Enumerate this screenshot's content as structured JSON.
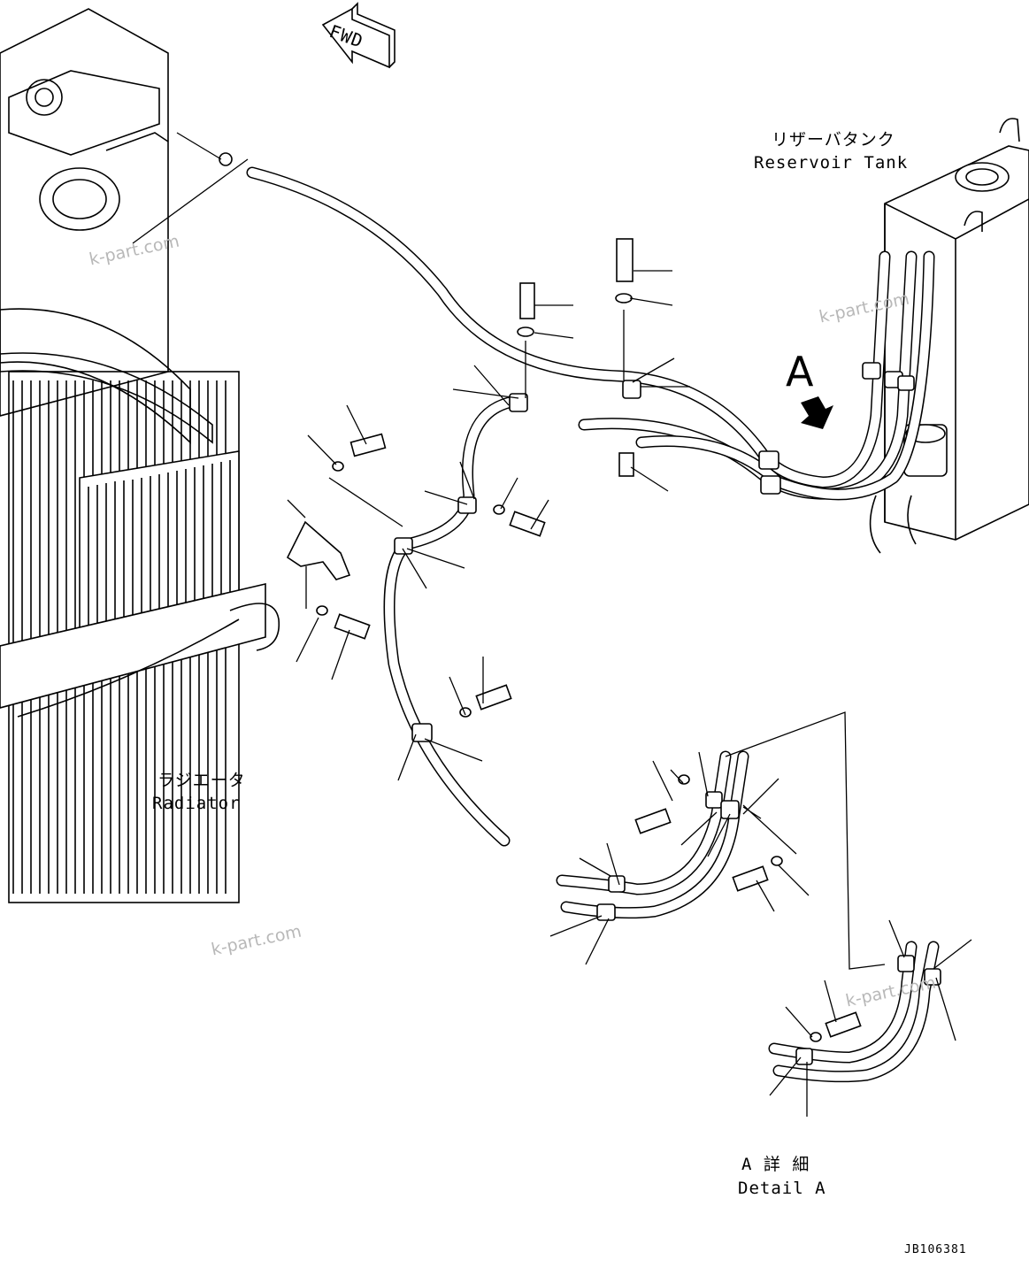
{
  "fwd_label": "FWD",
  "view_letter": "A",
  "reservoir_tank": {
    "jp": "リザーバタンク",
    "en": "Reservoir Tank"
  },
  "radiator": {
    "jp": "ラジエータ",
    "en": "Radiator"
  },
  "detail_a": {
    "jp": "A 詳 細",
    "en": "Detail A"
  },
  "drawing_code": "JB106381",
  "watermark": "k-part.com"
}
